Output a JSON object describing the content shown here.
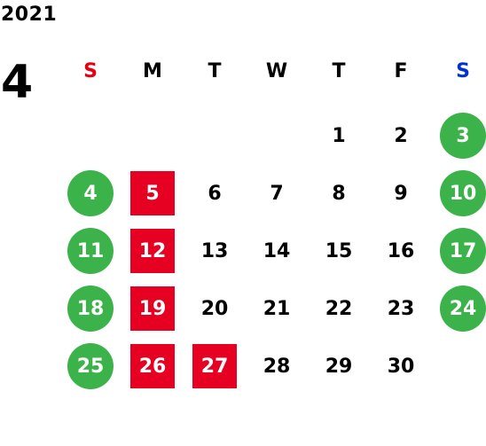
{
  "year": "2021",
  "month": "4",
  "colors": {
    "sunday": "#e60012",
    "saturday": "#0033cc",
    "weekend_circle": "#3bb34a",
    "highlight_square": "#e60022"
  },
  "weekdays": [
    {
      "label": "S",
      "type": "sunday"
    },
    {
      "label": "M",
      "type": "weekday"
    },
    {
      "label": "T",
      "type": "weekday"
    },
    {
      "label": "W",
      "type": "weekday"
    },
    {
      "label": "T",
      "type": "weekday"
    },
    {
      "label": "F",
      "type": "weekday"
    },
    {
      "label": "S",
      "type": "saturday"
    }
  ],
  "weeks": [
    [
      {
        "day": "",
        "style": "none"
      },
      {
        "day": "",
        "style": "none"
      },
      {
        "day": "",
        "style": "none"
      },
      {
        "day": "",
        "style": "none"
      },
      {
        "day": "1",
        "style": "plain"
      },
      {
        "day": "2",
        "style": "plain"
      },
      {
        "day": "3",
        "style": "circle"
      }
    ],
    [
      {
        "day": "4",
        "style": "circle"
      },
      {
        "day": "5",
        "style": "square"
      },
      {
        "day": "6",
        "style": "plain"
      },
      {
        "day": "7",
        "style": "plain"
      },
      {
        "day": "8",
        "style": "plain"
      },
      {
        "day": "9",
        "style": "plain"
      },
      {
        "day": "10",
        "style": "circle"
      }
    ],
    [
      {
        "day": "11",
        "style": "circle"
      },
      {
        "day": "12",
        "style": "square"
      },
      {
        "day": "13",
        "style": "plain"
      },
      {
        "day": "14",
        "style": "plain"
      },
      {
        "day": "15",
        "style": "plain"
      },
      {
        "day": "16",
        "style": "plain"
      },
      {
        "day": "17",
        "style": "circle"
      }
    ],
    [
      {
        "day": "18",
        "style": "circle"
      },
      {
        "day": "19",
        "style": "square"
      },
      {
        "day": "20",
        "style": "plain"
      },
      {
        "day": "21",
        "style": "plain"
      },
      {
        "day": "22",
        "style": "plain"
      },
      {
        "day": "23",
        "style": "plain"
      },
      {
        "day": "24",
        "style": "circle"
      }
    ],
    [
      {
        "day": "25",
        "style": "circle"
      },
      {
        "day": "26",
        "style": "square"
      },
      {
        "day": "27",
        "style": "square"
      },
      {
        "day": "28",
        "style": "plain"
      },
      {
        "day": "29",
        "style": "plain"
      },
      {
        "day": "30",
        "style": "plain"
      },
      {
        "day": "",
        "style": "none"
      }
    ]
  ]
}
